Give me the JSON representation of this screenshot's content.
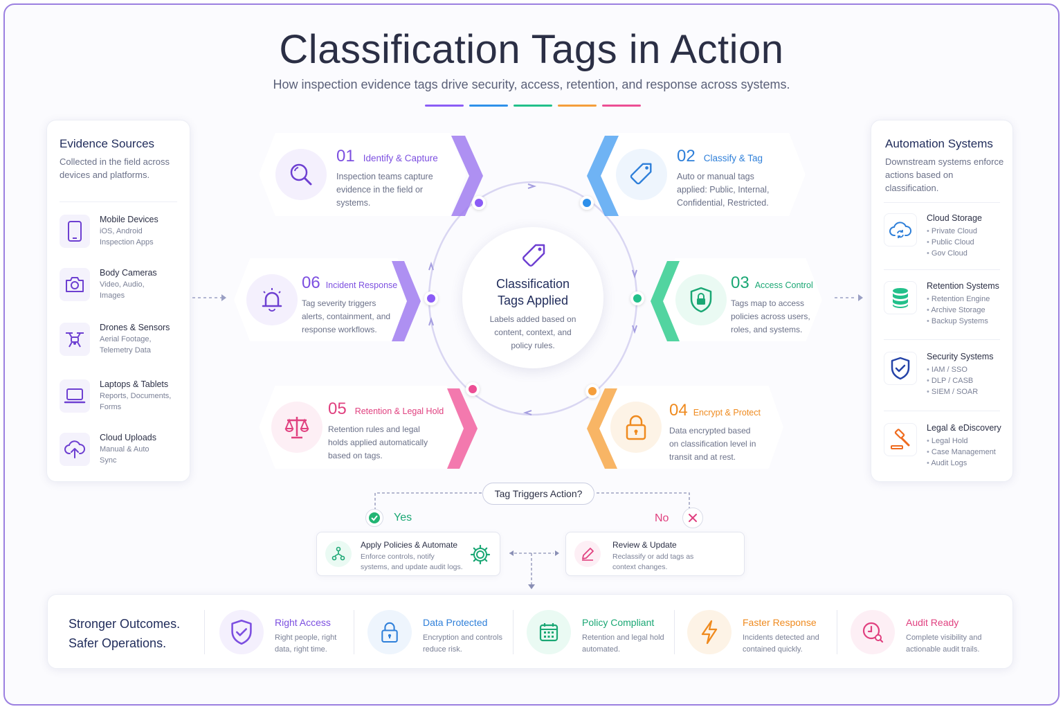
{
  "header": {
    "title": "Classification Tags in Action",
    "subtitle": "How inspection evidence tags drive security, access, retention, and response across systems.",
    "accent_colors": [
      "#8b5cf6",
      "#2e90ea",
      "#22c08a",
      "#f59e3b",
      "#ec4e94"
    ]
  },
  "sources": {
    "title": "Evidence Sources",
    "description": "Collected in the field across devices and platforms.",
    "items": [
      {
        "title": "Mobile Devices",
        "subtitle": "iOS, Android Inspection Apps",
        "icon": "smartphone-icon"
      },
      {
        "title": "Body Cameras",
        "subtitle": "Video, Audio, Images",
        "icon": "camera-icon"
      },
      {
        "title": "Drones & Sensors",
        "subtitle": "Aerial Footage, Telemetry Data",
        "icon": "drone-icon"
      },
      {
        "title": "Laptops & Tablets",
        "subtitle": "Reports, Documents, Forms",
        "icon": "laptop-icon"
      },
      {
        "title": "Cloud Uploads",
        "subtitle": "Manual & Auto Sync",
        "icon": "cloud-upload-icon"
      }
    ]
  },
  "steps": [
    {
      "num": "01",
      "name": "Identify & Capture",
      "desc": "Inspection teams capture evidence in the field or systems.",
      "color": "#8b5cf6",
      "icon": "search-icon"
    },
    {
      "num": "02",
      "name": "Classify & Tag",
      "desc": "Auto or manual tags applied: Public, Internal, Confidential, Restricted.",
      "color": "#2e90ea",
      "icon": "tag-icon"
    },
    {
      "num": "03",
      "name": "Access Control",
      "desc": "Tags map to access policies across users, roles, and systems.",
      "color": "#22c08a",
      "icon": "shield-lock-icon"
    },
    {
      "num": "04",
      "name": "Encrypt & Protect",
      "desc": "Data encrypted based on classification level in transit and at rest.",
      "color": "#f59e3b",
      "icon": "padlock-icon"
    },
    {
      "num": "05",
      "name": "Retention & Legal Hold",
      "desc": "Retention rules and legal holds applied automatically based on tags.",
      "color": "#ec4e94",
      "icon": "scales-icon"
    },
    {
      "num": "06",
      "name": "Incident Response",
      "desc": "Tag severity triggers alerts, containment, and response workflows.",
      "color": "#8b5cf6",
      "icon": "alarm-bell-icon"
    }
  ],
  "center": {
    "title": "Classification Tags Applied",
    "description": "Labels added based on content, context, and policy rules."
  },
  "automation": {
    "title": "Automation Systems",
    "description": "Downstream systems enforce actions based on classification.",
    "items": [
      {
        "title": "Cloud Storage",
        "bullets": [
          "Private Cloud",
          "Public Cloud",
          "Gov Cloud"
        ],
        "icon": "cloud-sync-icon"
      },
      {
        "title": "Retention Systems",
        "bullets": [
          "Retention Engine",
          "Archive Storage",
          "Backup Systems"
        ],
        "icon": "database-icon"
      },
      {
        "title": "Security Systems",
        "bullets": [
          "IAM / SSO",
          "DLP / CASB",
          "SIEM / SOAR"
        ],
        "icon": "shield-check-icon"
      },
      {
        "title": "Legal & eDiscovery",
        "bullets": [
          "Legal Hold",
          "Case Management",
          "Audit Logs"
        ],
        "icon": "gavel-icon"
      }
    ]
  },
  "decision": {
    "question": "Tag Triggers Action?",
    "yes_label": "Yes",
    "no_label": "No",
    "yes_title": "Apply Policies & Automate",
    "yes_desc": "Enforce controls, notify systems, and update audit logs.",
    "no_title": "Review & Update",
    "no_desc": "Reclassify or add tags as context changes."
  },
  "outcomes": {
    "headline": "Stronger Outcomes. Safer Operations.",
    "items": [
      {
        "title": "Right Access",
        "desc": "Right people, right data, right time.",
        "color": "#8b5cf6",
        "icon": "shield-check-icon"
      },
      {
        "title": "Data Protected",
        "desc": "Encryption and controls reduce risk.",
        "color": "#2e90ea",
        "icon": "padlock-icon"
      },
      {
        "title": "Policy Compliant",
        "desc": "Retention and legal hold automated.",
        "color": "#22c08a",
        "icon": "calendar-icon"
      },
      {
        "title": "Faster Response",
        "desc": "Incidents detected and contained quickly.",
        "color": "#f59e3b",
        "icon": "lightning-icon"
      },
      {
        "title": "Audit Ready",
        "desc": "Complete visibility and actionable audit trails.",
        "color": "#ec4e94",
        "icon": "audit-clock-icon"
      }
    ]
  }
}
